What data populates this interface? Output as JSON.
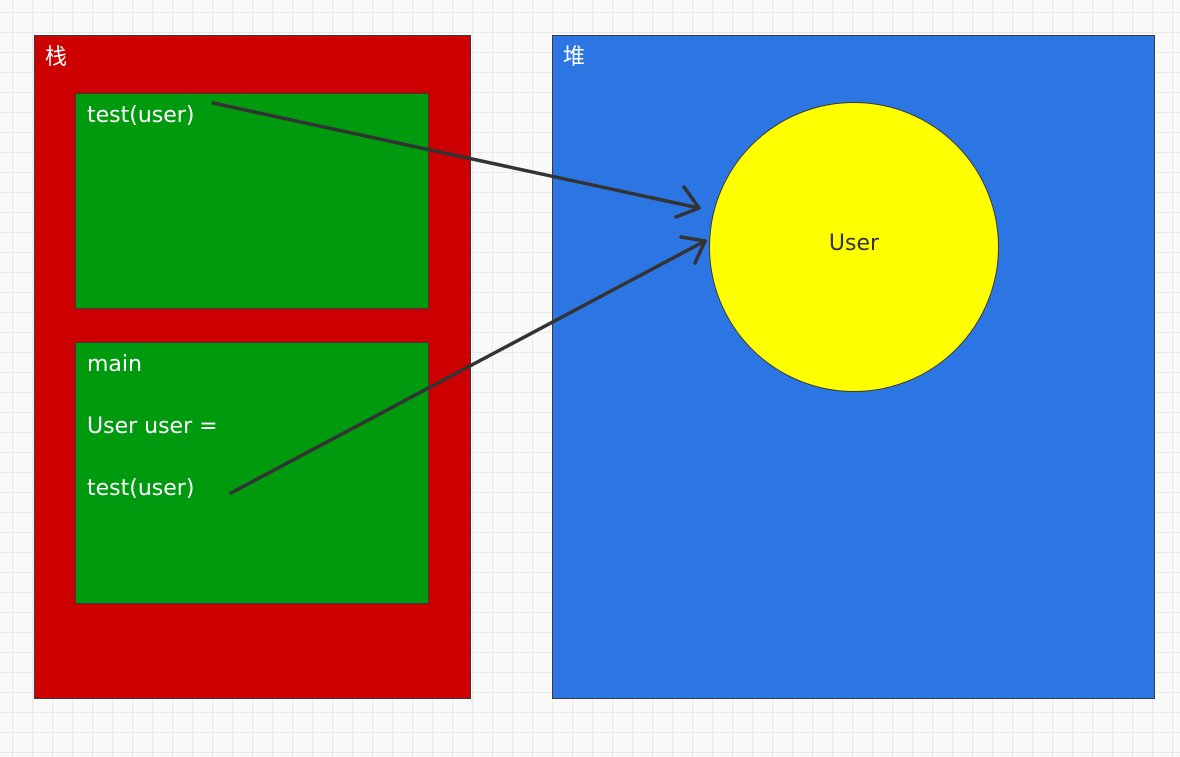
{
  "colors": {
    "stack": "#cc0000",
    "frame": "#009a0e",
    "heap": "#2c76e4",
    "object": "#ffff00",
    "arrow": "#333333"
  },
  "stack": {
    "title": "栈",
    "frames": [
      {
        "lines": [
          "test(user)"
        ]
      },
      {
        "lines": [
          "main",
          "User user =",
          "test(user)"
        ]
      }
    ]
  },
  "heap": {
    "title": "堆",
    "object": {
      "label": "User"
    }
  }
}
